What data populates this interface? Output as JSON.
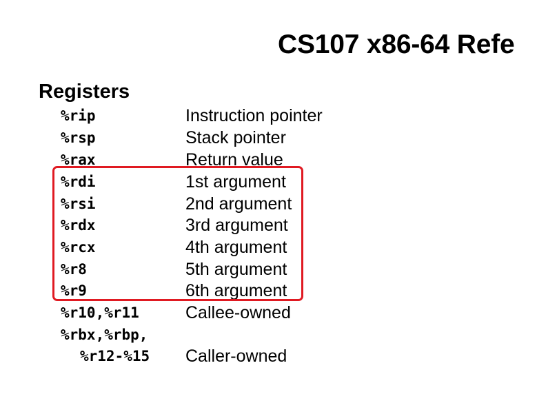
{
  "title": "CS107 x86-64 Refe",
  "section_heading": "Registers",
  "registers": [
    {
      "name": "%rip",
      "desc": "Instruction pointer"
    },
    {
      "name": "%rsp",
      "desc": "Stack pointer"
    },
    {
      "name": "%rax",
      "desc": "Return value"
    },
    {
      "name": "%rdi",
      "desc": "1st argument"
    },
    {
      "name": "%rsi",
      "desc": "2nd argument"
    },
    {
      "name": "%rdx",
      "desc": "3rd argument"
    },
    {
      "name": "%rcx",
      "desc": "4th argument"
    },
    {
      "name": "%r8",
      "desc": "5th argument"
    },
    {
      "name": "%r9",
      "desc": "6th argument"
    },
    {
      "name": "%r10,%r11",
      "desc": "Callee-owned"
    },
    {
      "name": "%rbx,%rbp,",
      "desc": ""
    },
    {
      "name": "%r12-%15",
      "desc": "Caller-owned"
    }
  ],
  "colors": {
    "highlight_border": "#e01a22",
    "text": "#000000",
    "background": "#ffffff"
  }
}
